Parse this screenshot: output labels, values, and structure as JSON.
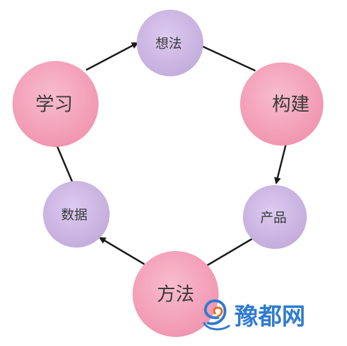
{
  "nodes": {
    "xiangfa": {
      "label": "想法",
      "size": "small",
      "color": "#cdb8e3"
    },
    "goujian": {
      "label": "构建",
      "size": "large",
      "color": "#f4a5bc"
    },
    "chanpin": {
      "label": "产品",
      "size": "small",
      "color": "#cdb8e3"
    },
    "fangfa": {
      "label": "方法",
      "size": "large",
      "color": "#f4a5bc"
    },
    "shuju": {
      "label": "数据",
      "size": "small",
      "color": "#cdb8e3"
    },
    "xuexi": {
      "label": "学习",
      "size": "large",
      "color": "#f4a5bc"
    }
  },
  "cycle_order": [
    "xuexi",
    "xiangfa",
    "goujian",
    "chanpin",
    "fangfa",
    "shuju"
  ],
  "edge_color": "#1a1a1a",
  "watermark": {
    "text": "豫都网",
    "color": "#2f7bd1",
    "swirl_color": "#e86a1a"
  }
}
